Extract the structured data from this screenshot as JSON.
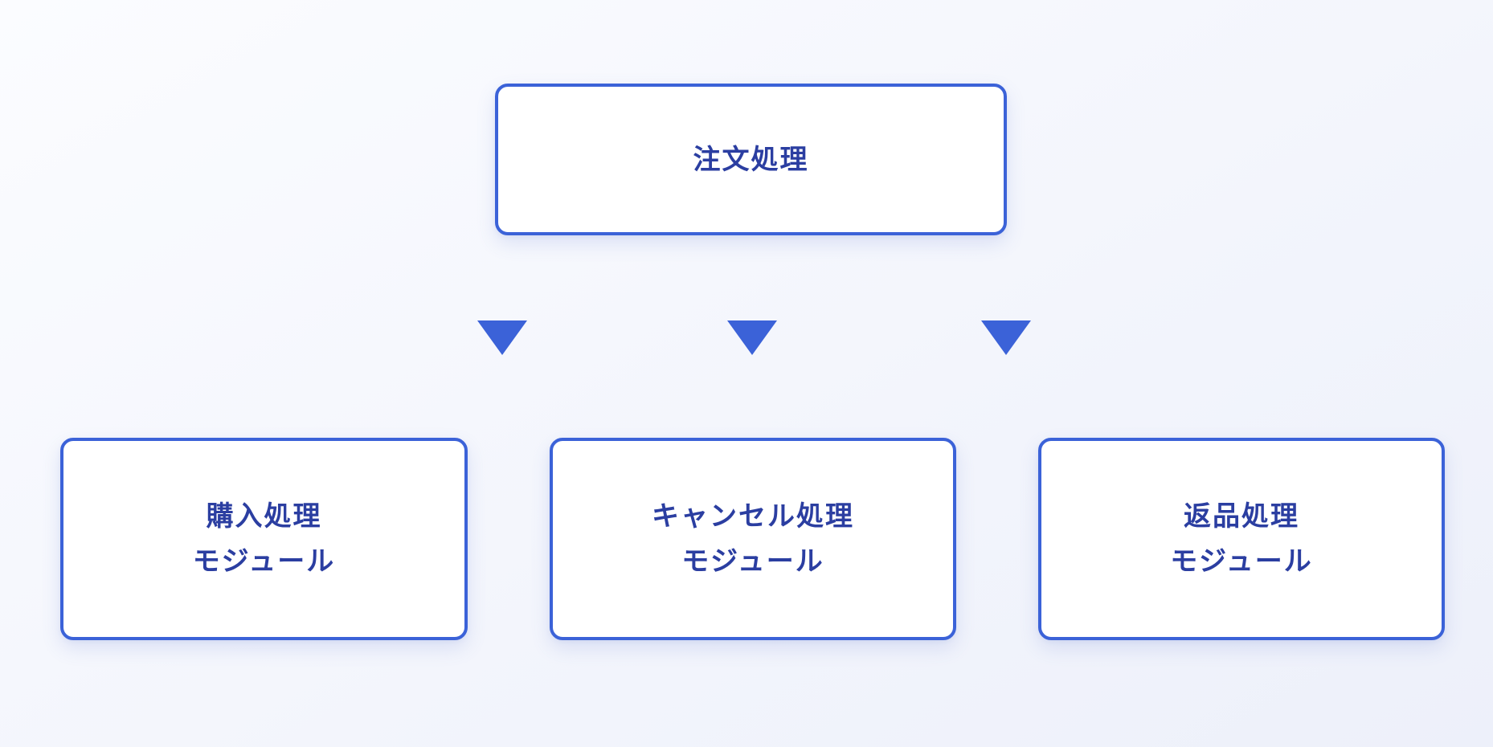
{
  "diagram": {
    "title": "order-processing-module-diagram",
    "root_node": {
      "label": "注文処理"
    },
    "arrows": [
      {
        "icon": "triangle-down-icon"
      },
      {
        "icon": "triangle-down-icon"
      },
      {
        "icon": "triangle-down-icon"
      }
    ],
    "module_nodes": [
      {
        "line1": "購入処理",
        "line2": "モジュール"
      },
      {
        "line1": "キャンセル処理",
        "line2": "モジュール"
      },
      {
        "line1": "返品処理",
        "line2": "モジュール"
      }
    ],
    "colors": {
      "box_border": "#3b62d8",
      "arrow": "#3b62d8",
      "text": "#2b3ea1",
      "box_fill": "#ffffff",
      "background_start": "#fbfcff",
      "background_end": "#edf0fa"
    }
  }
}
